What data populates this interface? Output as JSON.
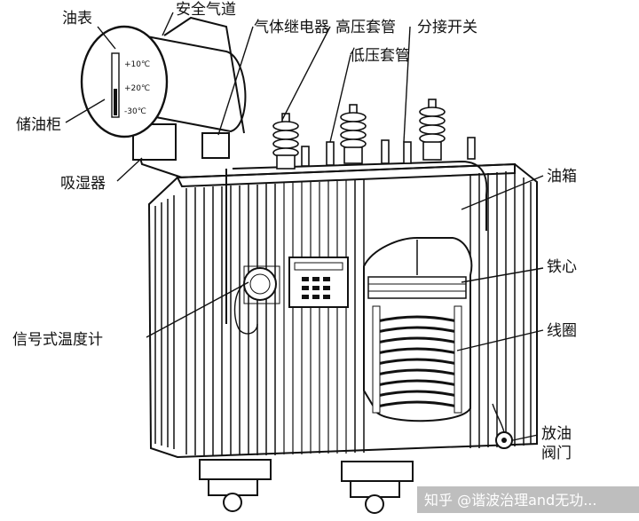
{
  "diagram": {
    "labels": {
      "oil_gauge": "油表",
      "safety_airway": "安全气道",
      "gas_relay": "气体继电器",
      "hv_bushing": "高压套管",
      "lv_bushing": "低压套管",
      "tap_changer": "分接开关",
      "conservator": "储油柜",
      "breather": "吸湿器",
      "oil_tank": "油箱",
      "iron_core": "铁心",
      "thermometer": "信号式温度计",
      "winding": "线圈",
      "drain_valve_line1": "放油",
      "drain_valve_line2": "阀门"
    },
    "gauge_marks": [
      "+10℃",
      "+20℃",
      "-30℃"
    ],
    "watermark": "知乎 @谐波治理and无功..."
  }
}
